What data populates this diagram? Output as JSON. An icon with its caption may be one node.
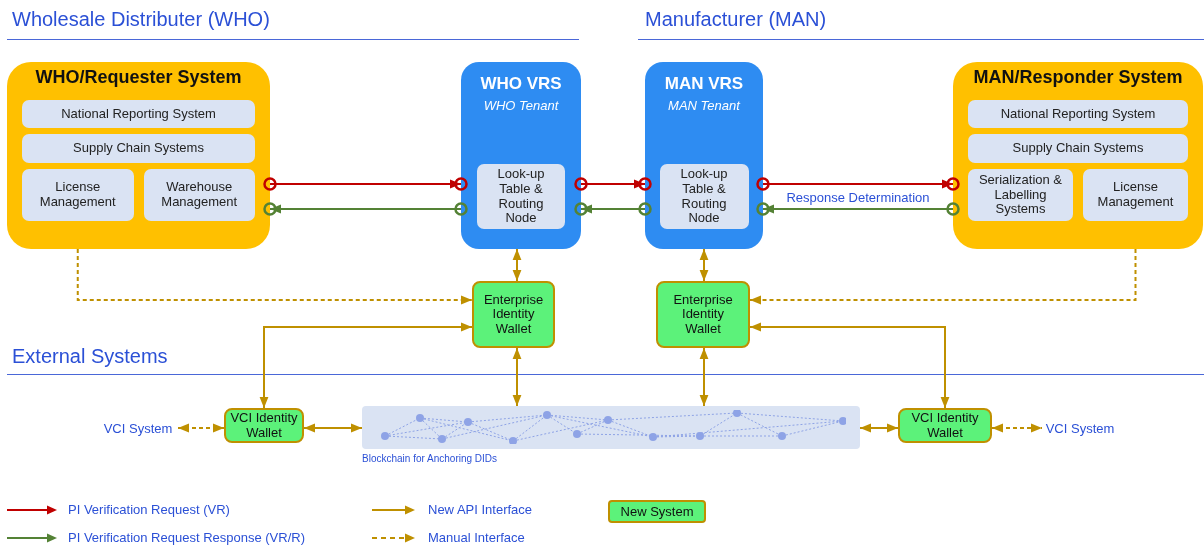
{
  "diagram": {
    "nodes": [
      {
        "text": [
          "WHO/Requester System"
        ]
      },
      {
        "text": [
          "National Reporting System"
        ],
        "in": 0
      },
      {
        "text": [
          "Supply Chain Systems"
        ],
        "in": 0
      },
      {
        "text": [
          "License Management"
        ],
        "in": 0
      },
      {
        "text": [
          "Warehouse Management"
        ],
        "in": 0
      },
      {
        "text": [
          "WHO VRS",
          "WHO Tenant"
        ]
      },
      {
        "text": [
          "Look-up Table & Routing Node"
        ],
        "in": 5
      },
      {
        "text": [
          "MAN VRS",
          "MAN Tenant"
        ]
      },
      {
        "text": [
          "Look-up Table & Routing Node"
        ],
        "in": 7
      },
      {
        "text": [
          "MAN/Responder System"
        ]
      },
      {
        "text": [
          "National Reporting System"
        ],
        "in": 9
      },
      {
        "text": [
          "Supply Chain Systems"
        ],
        "in": 9
      },
      {
        "text": [
          "Serialization & Labelling Systems"
        ],
        "in": 9
      },
      {
        "text": [
          "License Management"
        ],
        "in": 9
      },
      {
        "text": [
          "Enterprise Identity Wallet"
        ]
      },
      {
        "text": [
          "Enterprise Identity Wallet"
        ]
      },
      {
        "text": [
          "VCI System"
        ]
      },
      {
        "text": [
          "VCI Identity Wallet"
        ]
      },
      {
        "text": [
          "Blockchain for Anchoring DIDs"
        ]
      },
      {
        "text": [
          "VCI Identity Wallet"
        ]
      },
      {
        "text": [
          "VCI System"
        ]
      }
    ],
    "edges": [
      {
        "from": 0,
        "to": 5,
        "arrow": "to",
        "color": "#c00000"
      },
      {
        "from": 5,
        "to": 0,
        "arrow": "to",
        "color": "#548235"
      },
      {
        "from": 5,
        "to": 7,
        "arrow": "to",
        "color": "#c00000"
      },
      {
        "from": 7,
        "to": 5,
        "arrow": "to",
        "color": "#548235"
      },
      {
        "from": 7,
        "to": 9,
        "arrow": "to",
        "color": "#c00000"
      },
      {
        "from": 9,
        "to": 7,
        "arrow": "to",
        "color": "#548235",
        "label": "Response Determination"
      },
      {
        "from": 5,
        "to": 14,
        "arrow": "both"
      },
      {
        "from": 7,
        "to": 15,
        "arrow": "both"
      },
      {
        "from": 3,
        "to": 14,
        "arrow": "both",
        "style": "dashed"
      },
      {
        "from": 13,
        "to": 15,
        "arrow": "both",
        "style": "dashed"
      },
      {
        "from": 14,
        "to": 17,
        "arrow": "both"
      },
      {
        "from": 15,
        "to": 19,
        "arrow": "both"
      },
      {
        "from": 14,
        "to": 18,
        "arrow": "both"
      },
      {
        "from": 15,
        "to": 18,
        "arrow": "both"
      },
      {
        "from": 16,
        "to": 17,
        "arrow": "both",
        "style": "dashed"
      },
      {
        "from": 17,
        "to": 18,
        "arrow": "both"
      },
      {
        "from": 18,
        "to": 19,
        "arrow": "both"
      },
      {
        "from": 19,
        "to": 20,
        "arrow": "both",
        "style": "dashed"
      }
    ],
    "labels": [
      "Wholesale Distributer (WHO)",
      "Manufacturer (MAN)",
      "External Systems"
    ],
    "legend": [
      {
        "text": "PI Verification Request (VR)"
      },
      {
        "text": "PI Verification Request Response (VR/R)"
      },
      {
        "text": "New API Interface"
      },
      {
        "text": "Manual Interface"
      },
      {
        "text": "New System",
        "color": "#5cf27a"
      }
    ]
  }
}
